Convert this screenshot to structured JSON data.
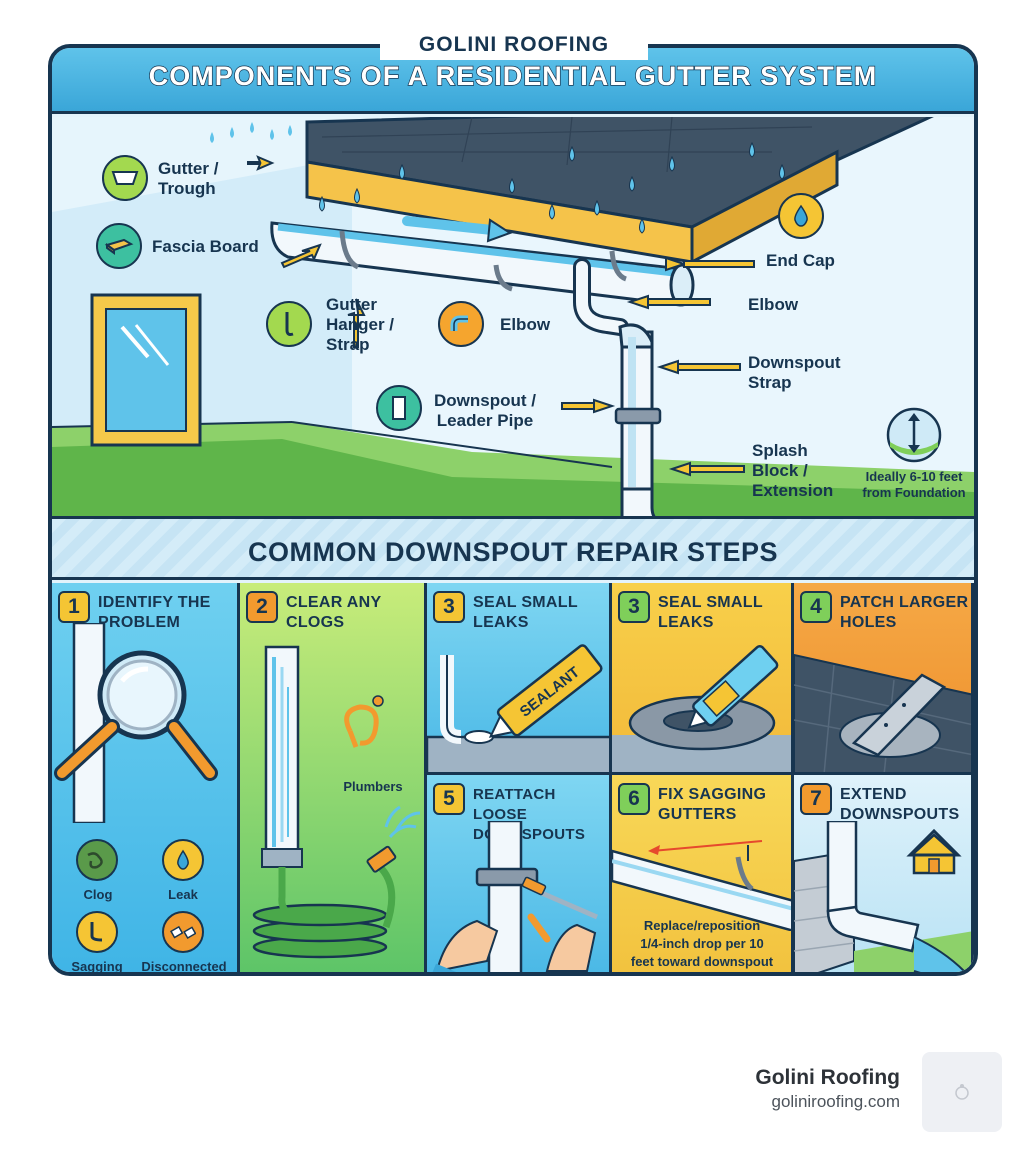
{
  "brand_top": "GOLINI ROOFING",
  "title": "COMPONENTS OF A RESIDENTIAL GUTTER SYSTEM",
  "labels": {
    "gutter_trough_1": "Gutter /",
    "gutter_trough_2": "Trough",
    "fascia_board": "Fascia Board",
    "gutter_hanger_1": "Gutter",
    "gutter_hanger_2": "Hanger /",
    "gutter_hanger_3": "Strap",
    "elbow_left": "Elbow",
    "downspout_leader_1": "Downspout /",
    "downspout_leader_2": "Leader Pipe",
    "end_cap": "End Cap",
    "elbow_right": "Elbow",
    "downspout_strap_1": "Downspout",
    "downspout_strap_2": "Strap",
    "splash_block_1": "Splash",
    "splash_block_2": "Block /",
    "splash_block_3": "Extension",
    "distance_note_1": "Ideally 6-10 feet",
    "distance_note_2": "from Foundation"
  },
  "steps_title": "COMMON DOWNSPOUT REPAIR STEPS",
  "steps": [
    {
      "number": "1",
      "title_1": "IDENTIFY THE",
      "title_2": "PROBLEM"
    },
    {
      "number": "2",
      "title_1": "CLEAR ANY",
      "title_2": "CLOGS"
    },
    {
      "number": "3",
      "title_1": "SEAL SMALL",
      "title_2": "LEAKS"
    },
    {
      "number": "3",
      "title_1": "SEAL SMALL",
      "title_2": "LEAKS"
    },
    {
      "number": "4",
      "title_1": "PATCH LARGER",
      "title_2": "HOLES"
    },
    {
      "number": "5",
      "title_1": "REATTACH LOOSE",
      "title_2": "DOWNSPOUTS"
    },
    {
      "number": "6",
      "title_1": "FIX SAGGING",
      "title_2": "GUTTERS"
    },
    {
      "number": "7",
      "title_1": "EXTEND",
      "title_2": "DOWNSPOUTS"
    }
  ],
  "problems": {
    "clog": "Clog",
    "leak": "Leak",
    "sagging": "Sagging",
    "disconnected": "Disconnected"
  },
  "plumbers_label": "Plumbers",
  "sealant_label": "SEALANT",
  "sag_note_1": "Replace/reposition",
  "sag_note_2": "1/4-inch drop per 10",
  "sag_note_3": "feet toward downspout",
  "footer": {
    "name": "Golini Roofing",
    "url": "goliniroofing.com"
  },
  "colors": {
    "outline": "#173550",
    "sky_blue": "#5fc3ea",
    "yellow": "#f4c534",
    "orange": "#f29a2e",
    "green": "#7fcf5a"
  }
}
